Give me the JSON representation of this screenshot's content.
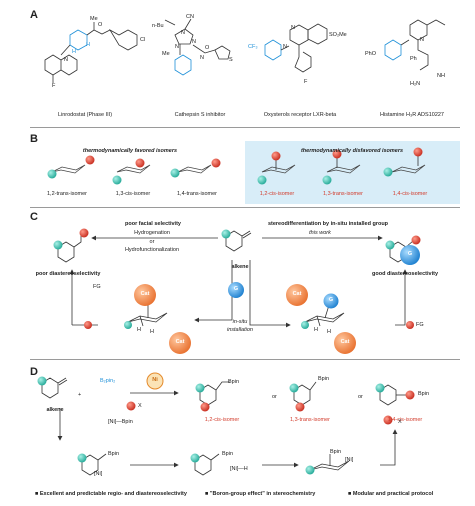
{
  "panels": {
    "a": "A",
    "b": "B",
    "c": "C",
    "d": "D"
  },
  "panel_a": {
    "labels": [
      "Linrodostat (Phase III)",
      "Cathepsin S inhibitor",
      "Oxysterols receptor LXR-beta",
      "Histamine H₃R ADS10227"
    ],
    "atoms": [
      "F",
      "Cl",
      "Me",
      "H",
      "H",
      "O",
      "N",
      "n-Bu",
      "CN",
      "N",
      "N",
      "N",
      "Me",
      "N",
      "O",
      "S",
      "SO₂Me",
      "CF₃",
      "N",
      "N",
      "F",
      "PhO",
      "Ph",
      "N",
      "NH",
      "H₂N"
    ]
  },
  "panel_b": {
    "favored_title": "thermodynamically favored isomers",
    "disfavored_title": "thermodynamically disfavored isomers",
    "favored": [
      "1,2-trans-isomer",
      "1,3-cis-isomer",
      "1,4-trans-isomer"
    ],
    "disfavored": [
      "1,2-cis-isomer",
      "1,3-trans-isomer",
      "1,4-cis-isomer"
    ]
  },
  "panel_c": {
    "left_title": "poor facial selectivity",
    "right_title": "stereodifferentiation by in-situ installed group",
    "arrow_left_top": "Hydrogenation",
    "arrow_left_or": "or",
    "arrow_left_bottom": "Hydrofunctionalization",
    "this_work": "this work",
    "alkene": "alkene",
    "poor": "poor diastereoselectivity",
    "good": "good diastereoselectivity",
    "fg": "FG",
    "cat": "Cat",
    "g": "G",
    "in_situ": "in-situ",
    "installation": "installation",
    "h_labels": [
      "H",
      "H",
      "H",
      "H"
    ]
  },
  "panel_d": {
    "alkene": "alkene",
    "bpin2": "B₂pin₂",
    "ni": "Ni",
    "plus": "+",
    "x": "X",
    "ni_bpin": "[Ni]—Bpin",
    "bpin": "Bpin",
    "ni_h": "[Ni]—H",
    "ni_br": "[Ni]",
    "or": "or",
    "products": [
      "1,2-cis-isomer",
      "1,3-trans-isomer",
      "1,4-cis-isomer"
    ],
    "footer": [
      "Excellent and predictable regio- and diastereoselectivity",
      "\"Boron-group effect\" in stereochemistry",
      "Modular and practical protocol"
    ]
  },
  "colors": {
    "red": "#d23a2a",
    "blue": "#1e90d8",
    "teal": "#3ec9b8",
    "cat": "#f08a4b",
    "g": "#2d9be0",
    "highlight": "#d8edf8"
  }
}
